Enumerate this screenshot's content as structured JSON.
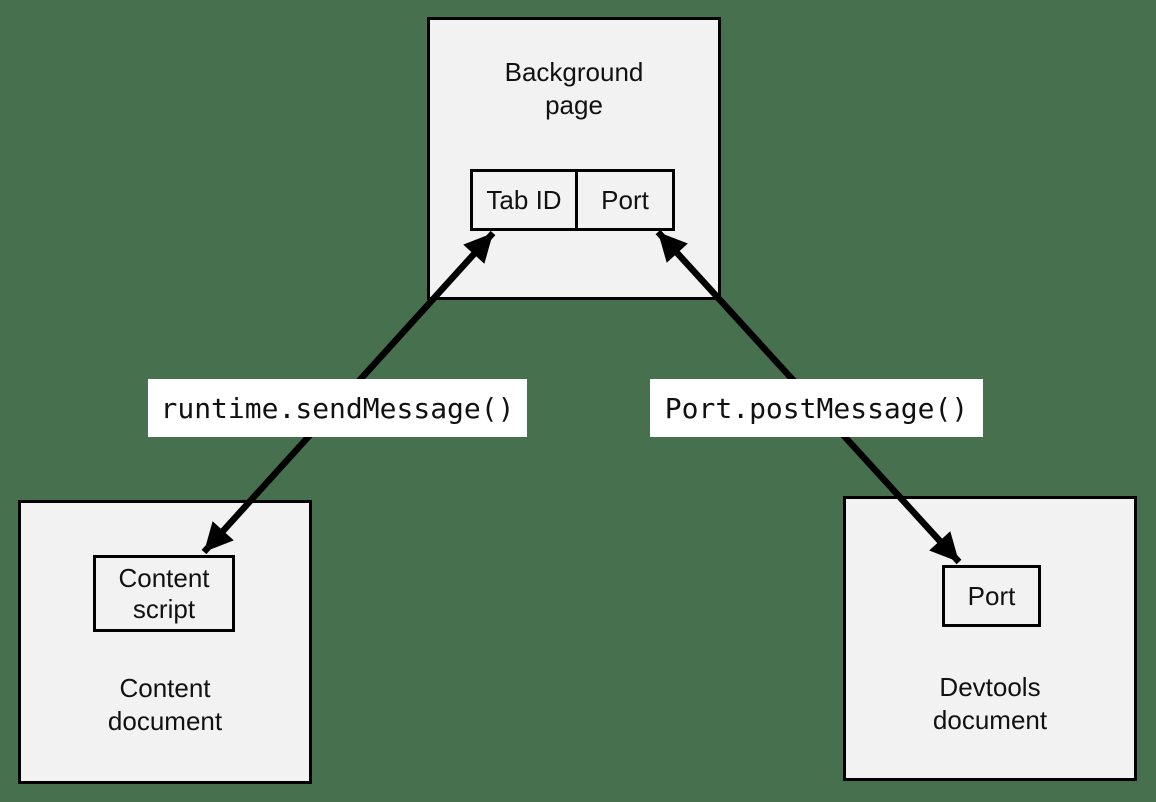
{
  "canvas": {
    "background_color": "#47704f",
    "box_fill_color": "#f2f2f2",
    "label_fill_color": "#ffffff",
    "line_color": "#000000"
  },
  "nodes": {
    "background_page": {
      "title": "Background\npage",
      "slots": [
        "Tab ID",
        "Port"
      ]
    },
    "content_document": {
      "title": "Content\ndocument",
      "inner_box": "Content\nscript"
    },
    "devtools_document": {
      "title": "Devtools\ndocument",
      "inner_box": "Port"
    }
  },
  "edges": [
    {
      "id": "runtime-sendmessage",
      "label": "runtime.sendMessage()",
      "from": "content-script",
      "to": "background-page-tab-id",
      "direction": "bidirectional"
    },
    {
      "id": "port-postmessage",
      "label": "Port.postMessage()",
      "from": "devtools-port",
      "to": "background-page-port",
      "direction": "bidirectional"
    }
  ]
}
